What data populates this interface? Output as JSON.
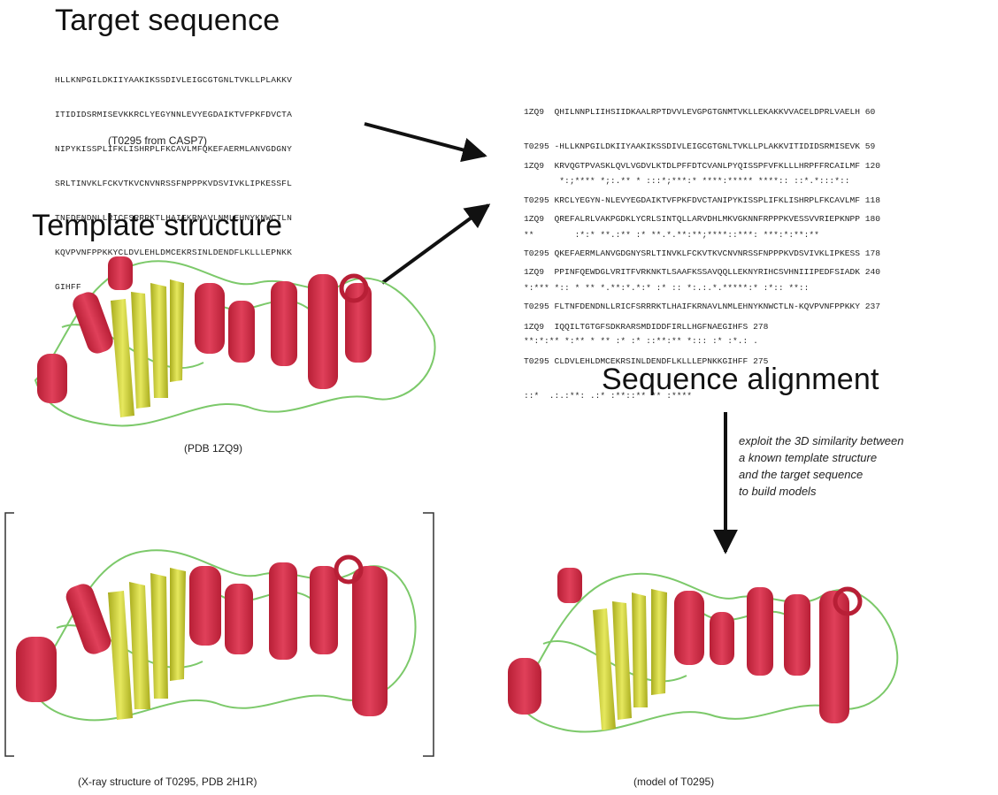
{
  "headings": {
    "target": "Target sequence",
    "template": "Template structure",
    "alignment": "Sequence alignment"
  },
  "target_sequence": {
    "lines": [
      "HLLKNPGILDKIIYAAKIKSSDIVLEIGCGTGNLTVKLLPLAKKV",
      "ITIDIDSRMISEVKKRCLYEGYNNLEVYEGDAIKTVFPKFDVCTA",
      "NIPYKISSPLIFKLISHRPLFKCAVLMFQKEFAERMLANVGDGNY",
      "SRLTINVKLFCKVTKVCNVNRSSFNPPPKVDSVIVKLIPKESSFL",
      "TNFDENDNLLRICFSRRRKTLHAIFKRNAVLNMLEHNYKNWCTLN",
      "KQVPVNFPPKKYCLDVLEHLDMCEKRSINLDENDFLKLLLEPNKK",
      "GIHFF"
    ],
    "caption": "(T0295 from CASP7)"
  },
  "alignment": [
    {
      "rows": [
        "1ZQ9  QHILNNPLIIHSIIDKAALRPTDVVLEVGPGTGNMTVKLLEKAKKVVACELDPRLVAELH 60",
        "T0295 -HLLKNPGILDKIIYAAKIKSSDIVLEIGCGTGNLTVKLLPLAKKVITIDIDSRMISEVK 59",
        "       *:;**** *;:.** * :::*;***:* ****:***** ****:: ::*.*:::*::"
      ]
    },
    {
      "rows": [
        "1ZQ9  KRVQGTPVASKLQVLVGDVLKTDLPFFDTCVANLPYQISSPFVFKLLLHRPFFRCAILMF 120",
        "T0295 KRCLYEGYN-NLEVYEGDAIKTVFPKFDVCTANIPYKISSPLIFKLISHRPLFKCAVLMF 118",
        "**        :*:* **.:** :* **.*.**:**;****::***: ***:*:**:**"
      ]
    },
    {
      "rows": [
        "1ZQ9  QREFALRLVAKPGDKLYCRLSINTQLLARVDHLMKVGKNNFRPPPKVESSVVRIEPKNPP 180",
        "T0295 QKEFAERMLANVGDGNYSRLTINVKLFCKVTKVCNVNRSSFNPPPKVDSVIVKLIPKESS 178",
        "*:*** *:: * ** *.**:*.*:* :* :: *:.:.*.*****:* :*:: **::"
      ]
    },
    {
      "rows": [
        "1ZQ9  PPINFQEWDGLVRITFVRKNKTLSAAFKSSAVQQLLEKNYRIHCSVHNIIIPEDFSIADK 240",
        "T0295 FLTNFDENDNLLRICFSRRRKTLHAIFKRNAVLNMLEHNYKNWCTLN-KQVPVNFPPKKY 237",
        "**:*:** *:** * ** :* :* ::**:** *::: :* :*.: ."
      ]
    },
    {
      "rows": [
        "1ZQ9  IQQILTGTGFSDKRARSMDIDDFIRLLHGFNAEGIHFS 278",
        "T0295 CLDVLEHLDMCEKRSINLDENDFLKLLLEPNKKGIHFF 275",
        "::*  .:.:**: .:* :**::** ** :****"
      ]
    }
  ],
  "captions": {
    "template": "(PDB 1ZQ9)",
    "xray": "(X-ray structure of T0295, PDB 2H1R)",
    "model": "(model of T0295)"
  },
  "note_lines": [
    "exploit the 3D similarity between",
    "a known template structure",
    "and the target sequence",
    "to build models"
  ],
  "colors": {
    "helix": "#d9324a",
    "helix_light": "#e46a80",
    "strand": "#d6d84a",
    "coil": "#7cc96a",
    "arrow": "#111111"
  }
}
